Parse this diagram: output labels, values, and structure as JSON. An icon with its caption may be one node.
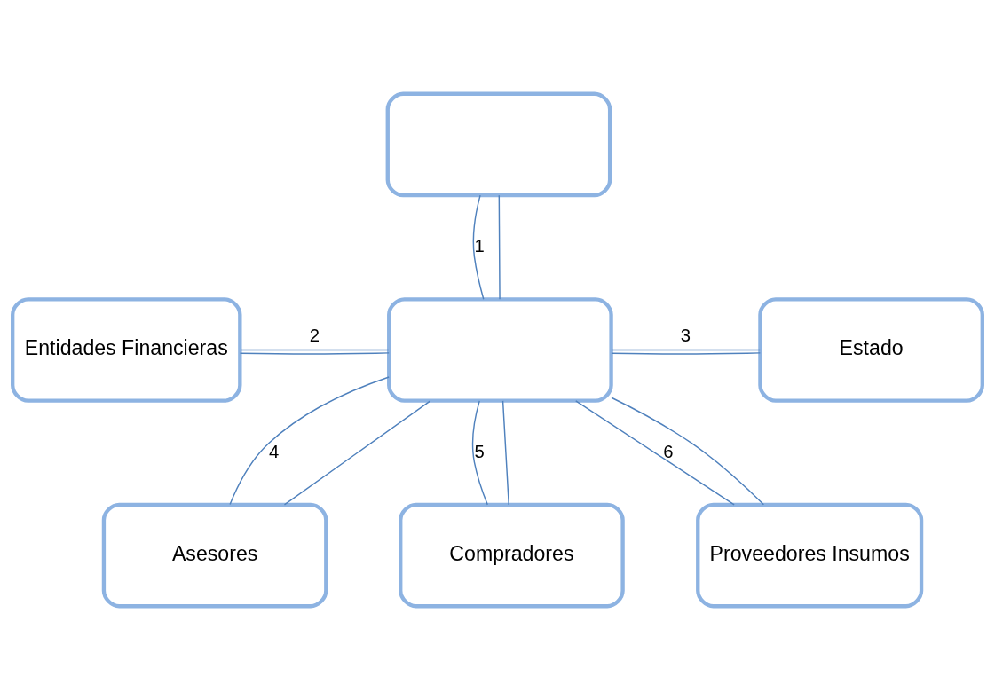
{
  "diagram": {
    "nodes": [
      {
        "text": [],
        "shape": "box"
      },
      {
        "text": [
          "Entidades Financieras"
        ]
      },
      {
        "text": [],
        "shape": "box"
      },
      {
        "text": [
          "Estado"
        ]
      },
      {
        "text": [
          "Asesores"
        ]
      },
      {
        "text": [
          "Proveedores Insumos"
        ]
      },
      {
        "text": [
          "Compradores"
        ]
      }
    ],
    "edges": [
      {
        "from": 0,
        "to": 2,
        "arrow": "none",
        "label": "1"
      },
      {
        "from": 0,
        "to": 2,
        "arrow": "none"
      },
      {
        "from": 1,
        "to": 2,
        "arrow": "none",
        "label": "2"
      },
      {
        "from": 1,
        "to": 2,
        "arrow": "none"
      },
      {
        "from": 2,
        "to": 3,
        "arrow": "none",
        "label": "3"
      },
      {
        "from": 2,
        "to": 3,
        "arrow": "none"
      },
      {
        "from": 2,
        "to": 4,
        "arrow": "none",
        "label": "4"
      },
      {
        "from": 2,
        "to": 4,
        "arrow": "none"
      },
      {
        "from": 2,
        "to": 6,
        "arrow": "none",
        "label": "5"
      },
      {
        "from": 2,
        "to": 6,
        "arrow": "none"
      },
      {
        "from": 2,
        "to": 5,
        "arrow": "none",
        "label": "6"
      },
      {
        "from": 2,
        "to": 5,
        "arrow": "none"
      }
    ]
  }
}
